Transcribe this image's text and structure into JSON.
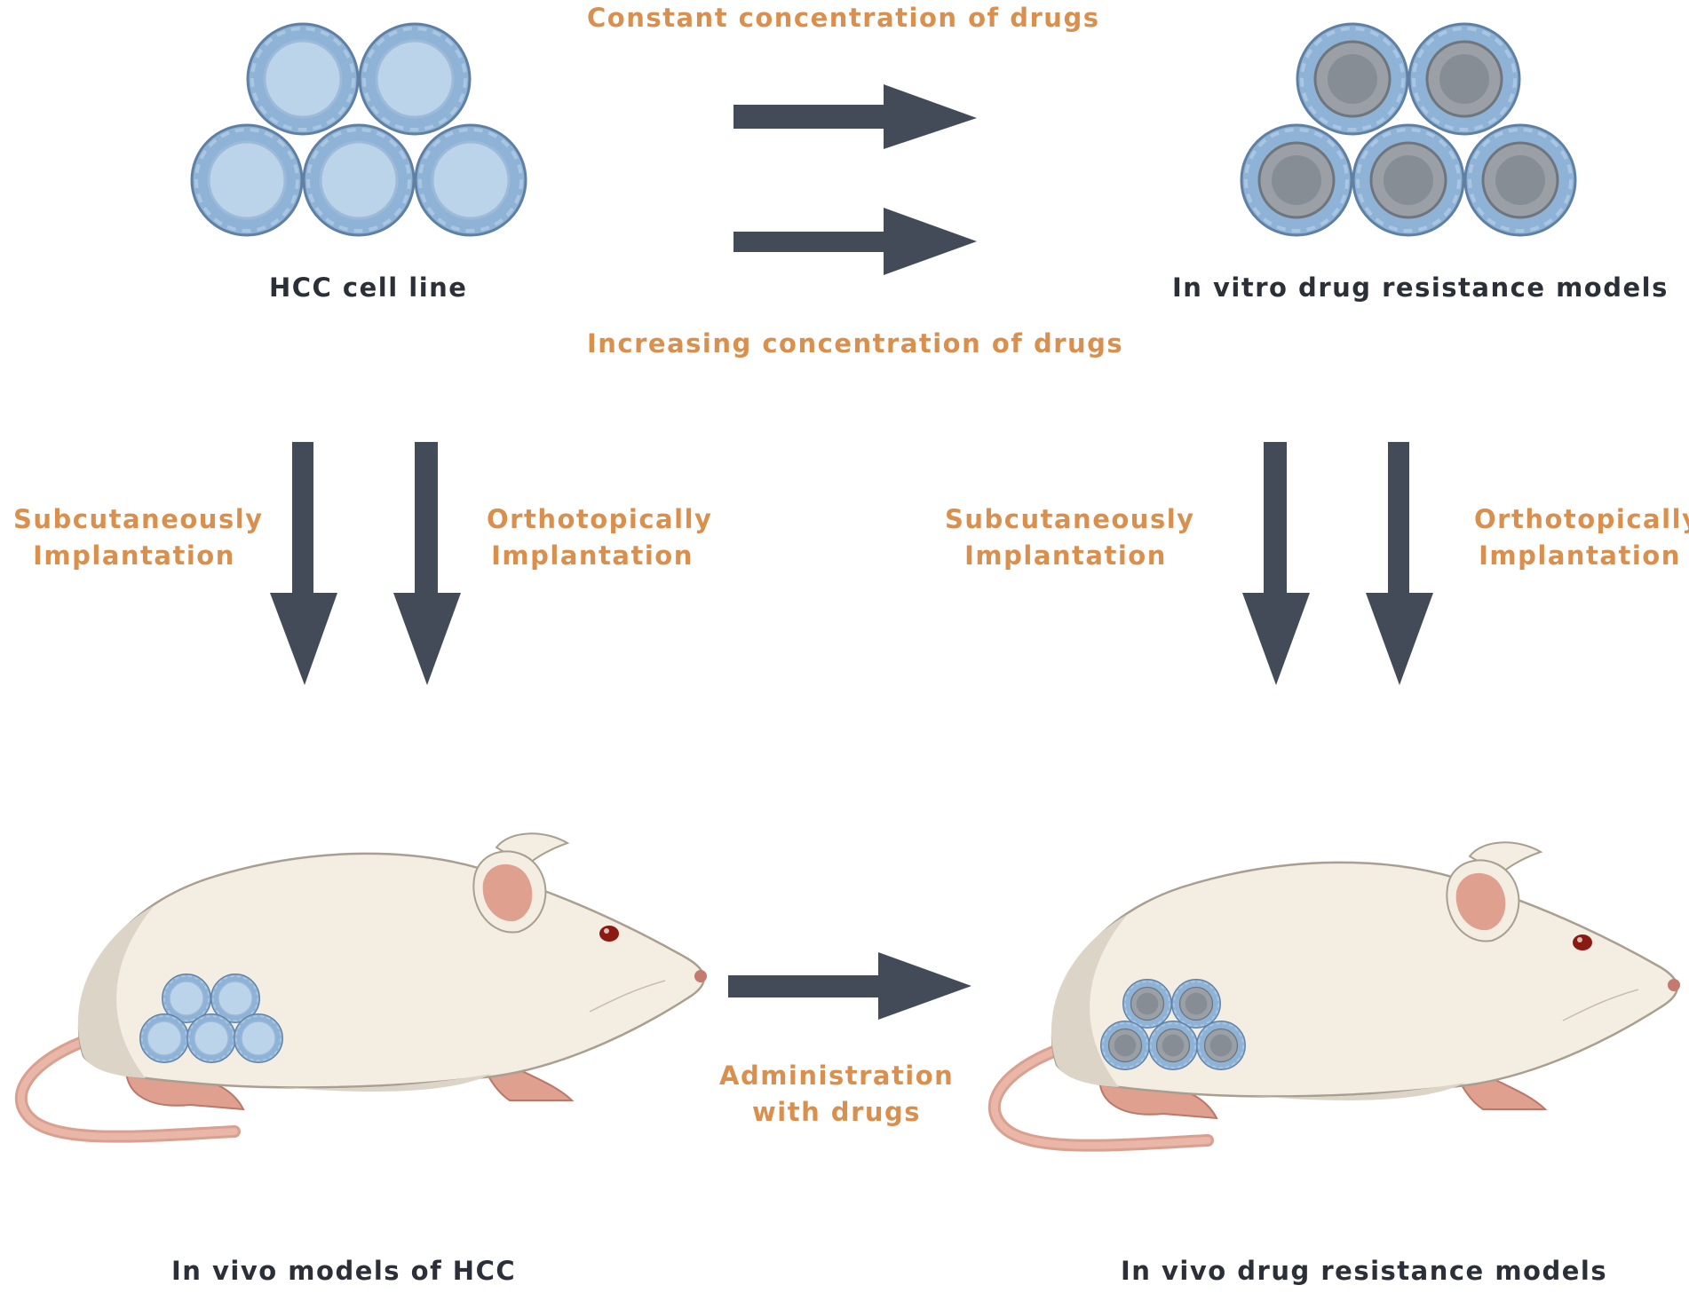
{
  "colors": {
    "arrow": "#434a58",
    "label_dark": "#2b2f38",
    "label_orange": "#d9904e",
    "cell_outer": "#8fb3d6",
    "cell_inner_sensitive": "#bcd4ea",
    "cell_inner_resistant": "#8f949a",
    "mouse_body": "#f3ede2",
    "mouse_shadow": "#dcd5c7",
    "mouse_pink": "#e0a08f",
    "mouse_eye": "#8b1a12"
  },
  "icons": {
    "sensitive_cells": "hcc-cell-cluster-icon",
    "resistant_cells": "resistant-cell-cluster-icon",
    "mouse": "mouse-icon",
    "arrow": "arrow-icon"
  },
  "top": {
    "constant_label": "Constant concentration of drugs",
    "increasing_label": "Increasing concentration of drugs",
    "hcc_label": "HCC cell line",
    "in_vitro_label": "In  vitro drug resistance models"
  },
  "left_branch": {
    "subcutaneous": [
      "Subcutaneously",
      "Implantation"
    ],
    "orthotopic": [
      "Orthotopically",
      "Implantation"
    ]
  },
  "right_branch": {
    "subcutaneous": [
      "Subcutaneously",
      "Implantation"
    ],
    "orthotopic": [
      "Orthotopically",
      "Implantation"
    ]
  },
  "bottom": {
    "administration": [
      "Administration",
      "with drugs"
    ],
    "in_vivo_hcc_label": "In vivo models of HCC",
    "in_vivo_resistance_label": "In vivo drug resistance models"
  }
}
